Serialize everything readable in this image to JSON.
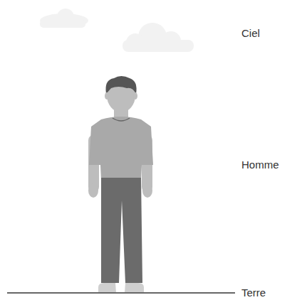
{
  "diagram": {
    "labels": [
      "Ciel",
      "Homme",
      "Terre"
    ]
  }
}
